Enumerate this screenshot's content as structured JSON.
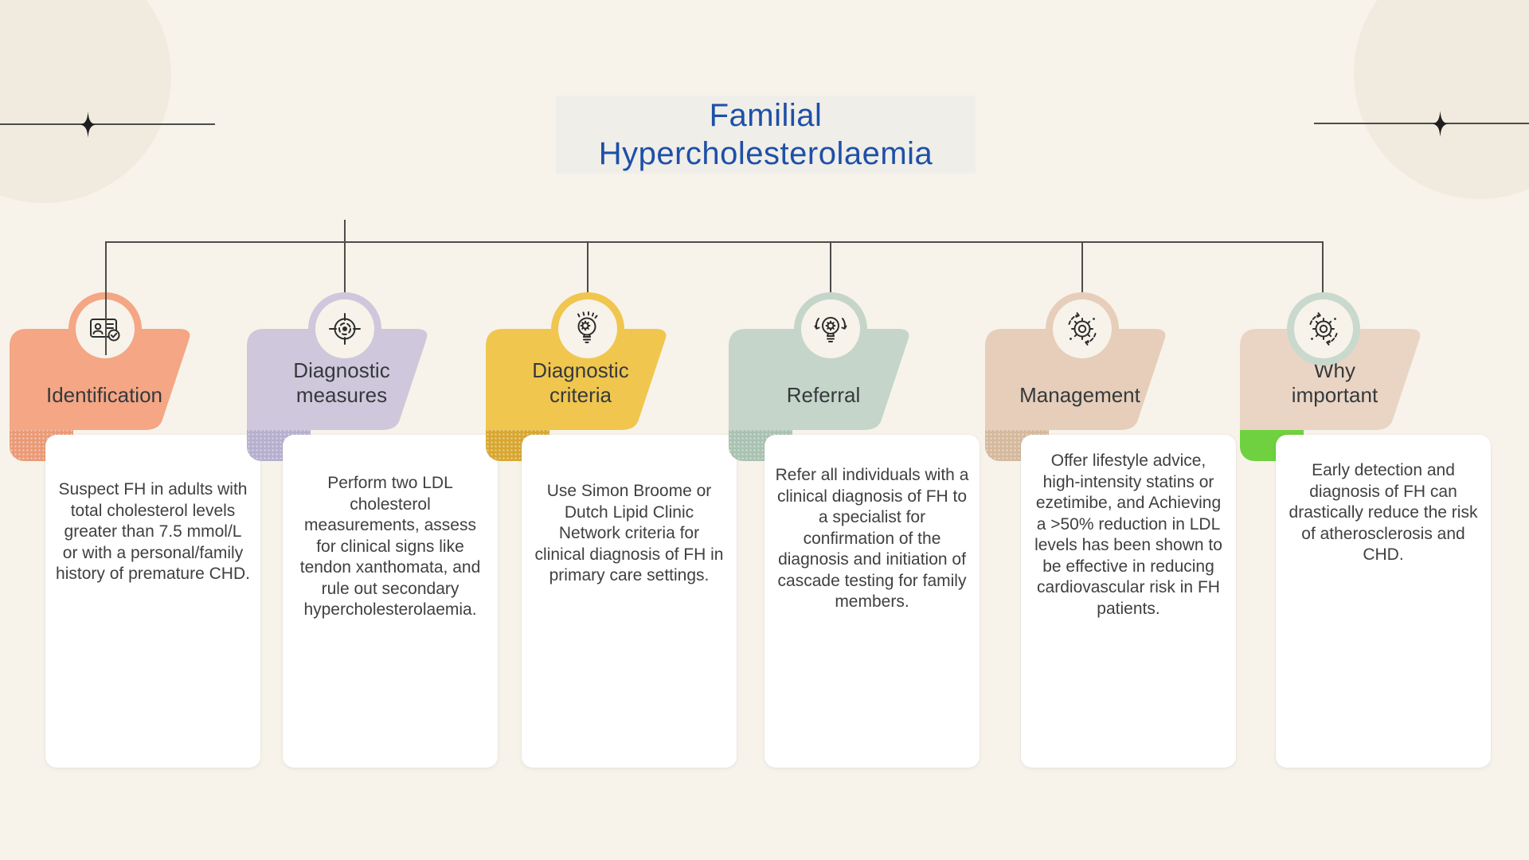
{
  "title": {
    "line1": "Familial",
    "line2": "Hypercholesterolaemia"
  },
  "colors": {
    "background": "#f7f3ea",
    "decoration_circle": "#f1ebdf",
    "connector_line": "#4c4c4a",
    "title_background": "#f0eee8",
    "title_text": "#1d50a8"
  },
  "cards": [
    {
      "label": "Identification",
      "icon": "id-card-check-icon",
      "body": "Suspect FH in adults with total cholesterol levels greater than 7.5 mmol/L or with a personal/family history of premature CHD.",
      "colors": {
        "header": "#f4a685",
        "tab": "#eb9a76",
        "ring": "#f4a685"
      }
    },
    {
      "label": "Diagnostic measures",
      "icon": "target-icon",
      "body": "Perform two LDL cholesterol measurements, assess for clinical signs like tendon xanthomata, and rule out secondary hypercholesterolaemia.",
      "colors": {
        "header": "#cfc8dc",
        "tab": "#b7afce",
        "ring": "#cfc8dc"
      }
    },
    {
      "label": "Diagnostic criteria",
      "icon": "idea-head-icon",
      "body": "Use Simon Broome or Dutch Lipid Clinic Network criteria for clinical diagnosis of FH in primary care settings.",
      "colors": {
        "header": "#f0c64f",
        "tab": "#d8a72f",
        "ring": "#f0c64f"
      }
    },
    {
      "label": "Referral",
      "icon": "bulb-gear-icon",
      "body": "Refer all individuals with a clinical diagnosis of FH to a specialist for confirmation of the diagnosis and initiation of cascade testing for family members.",
      "colors": {
        "header": "#c5d5ca",
        "tab": "#a9c2b1",
        "ring": "#c5d5ca"
      }
    },
    {
      "label": "Management",
      "icon": "gear-cycle-icon",
      "body": "Offer lifestyle advice, high-intensity statins or ezetimibe, and Achieving a >50% reduction in LDL levels has been shown to be effective in reducing cardiovascular risk in FH patients.",
      "colors": {
        "header": "#e6ceba",
        "tab": "#d5b99c",
        "ring": "#e6ceba"
      }
    },
    {
      "label": "Why important",
      "icon": "gear-cycle-icon",
      "body": "Early detection and diagnosis of FH can drastically reduce the risk of atherosclerosis and CHD.",
      "colors": {
        "header": "#ead5c5",
        "tab": "#6fd13f",
        "ring": "#c9d9ce"
      }
    }
  ]
}
